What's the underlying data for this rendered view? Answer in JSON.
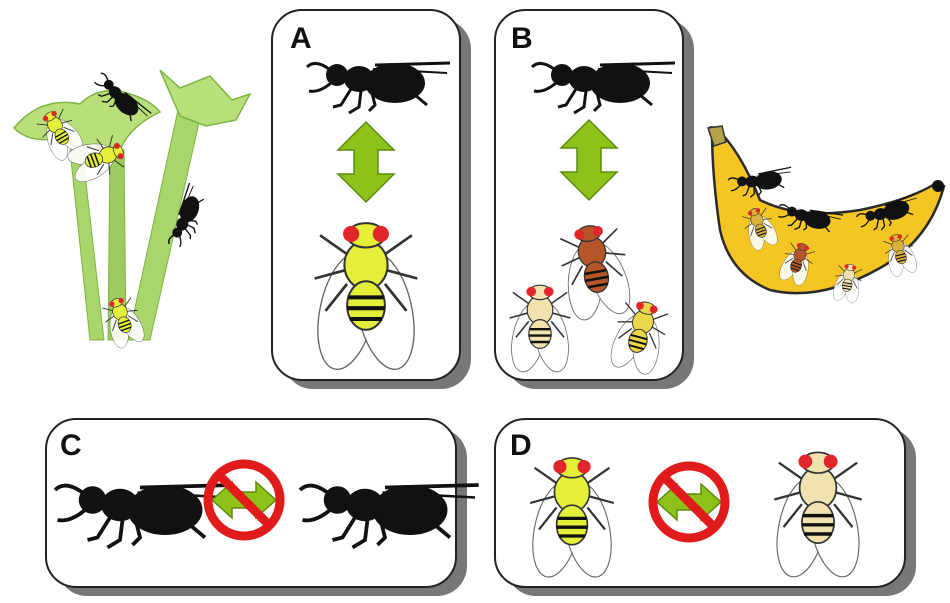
{
  "panels": [
    {
      "id": "A",
      "label": "A",
      "content": "wasp-fly-interaction-arrow"
    },
    {
      "id": "B",
      "label": "B",
      "content": "wasp-multiple-fly-species-interaction-arrow"
    },
    {
      "id": "C",
      "label": "C",
      "content": "wasp-wasp-blocked-interaction"
    },
    {
      "id": "D",
      "label": "D",
      "content": "fly-fly-blocked-interaction"
    }
  ],
  "colors": {
    "arrow_green": "#8cc21a",
    "prohibited_red": "#e11b1b",
    "plant_green": "#a9d66b",
    "banana_yellow": "#f3c623",
    "fly_yellow": "#e4ef3a",
    "fly_brown": "#b5562a",
    "fly_pale": "#f1e2b0",
    "wasp_black": "#111111",
    "panel_shadow": "#777777"
  },
  "illustrations": [
    "plant-with-flies-and-wasps",
    "banana-with-flies-and-wasps"
  ]
}
